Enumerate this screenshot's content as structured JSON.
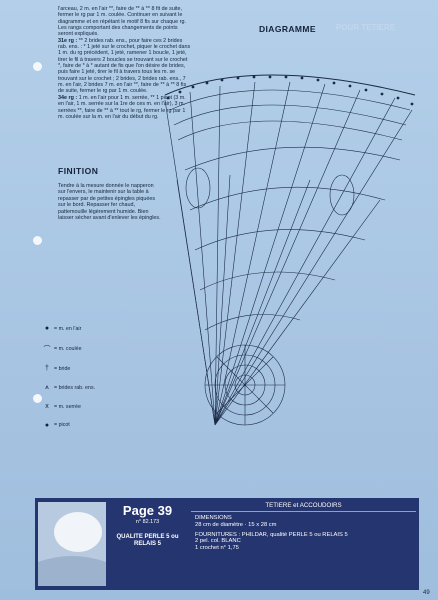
{
  "instructions": {
    "intro": "l'arceau, 2 m. en l'air **, faire de ** à ** 8 fit de suite, fermer le rg par 1 m. coulée. Continuer en suivant le diagramme et en répétant le motif 8 fis sur chaque rg. Les rangs comportant des changements de points seront expliqués.",
    "r31_label": "31e rg :",
    "r31_text": "** 2 brides rab. ens., pour faire ces 2 brides rab. ens. : * 1 jeté sur le crochet, piquer le crochet dans 1 m. du rg précédent, 1 jeté, ramener 1 boucle, 1 jeté, tirer le fil à travers 2 boucles se trouvant sur le crochet *, faire de * à * autant de fis que l'on désire de brides, puis faire 1 jeté, tirer le fil à travers tous les m. se trouvant sur le crochet ; 2 brides, 2 brides rab. ens., 7 m. en l'air, 2 brides 7 m. en l'air **, faire de ** à ** 8 fis de suite, fermer le rg par 1 m. coulée.",
    "r34_label": "34e rg :",
    "r34_text": "1 m. en l'air pour 1 m. serrée, ** 1 picot (3 m. en l'air, 1 m. serrée sur la 1re de ces m. en l'air), 3 m. serrées **, faire de ** à ** tout le rg, fermer le rg par 1 m. coulée sur la m. en l'air du début du rg."
  },
  "finition": {
    "title": "FINITION",
    "text": "Tendre à la mesure donnée le napperon sur l'envers, le maintenir sur la table à repasser par de petites épingles piquées sur le bord. Repasser fer chaud, pattemouille légèrement humide. Bien laisser sécher avant d'enlever les épingles."
  },
  "diagram": {
    "title": "DIAGRAMME",
    "ghost": "POUR TETIERE"
  },
  "legend": [
    {
      "icon": "oval-icon",
      "symbol": "●",
      "label": "= m. en l'air"
    },
    {
      "icon": "arc-icon",
      "symbol": "⌒",
      "label": "= m. coulée"
    },
    {
      "icon": "cross-icon",
      "symbol": "†",
      "label": "= bride"
    },
    {
      "icon": "joined-brides-icon",
      "symbol": "⩚",
      "label": "= brides rab. ens."
    },
    {
      "icon": "x-icon",
      "symbol": "x",
      "label": "= m. serrée"
    },
    {
      "icon": "picot-icon",
      "symbol": "●",
      "label": "= picot"
    }
  ],
  "footer": {
    "page": "Page 39",
    "ref": "n° 82.173",
    "quality": "QUALITE PERLE 5 ou RELAIS 5",
    "header": "TETIERE et ACCOUDOIRS",
    "dimensions_label": "DIMENSIONS",
    "dimensions_value": "28 cm de diamètre · 15 x 28 cm",
    "fournitures_label": "FOURNITURES :",
    "fournitures_text": "PHILDAR, qualité PERLE 5 ou RELAIS 5",
    "fourn_line2": "2 pel. col. BLANC",
    "fourn_line3": "1 crochet n° 1,75"
  },
  "page_number": "49",
  "colors": {
    "paper": "#a9c6e3",
    "ink": "#15243a",
    "footer": "#25356f"
  }
}
